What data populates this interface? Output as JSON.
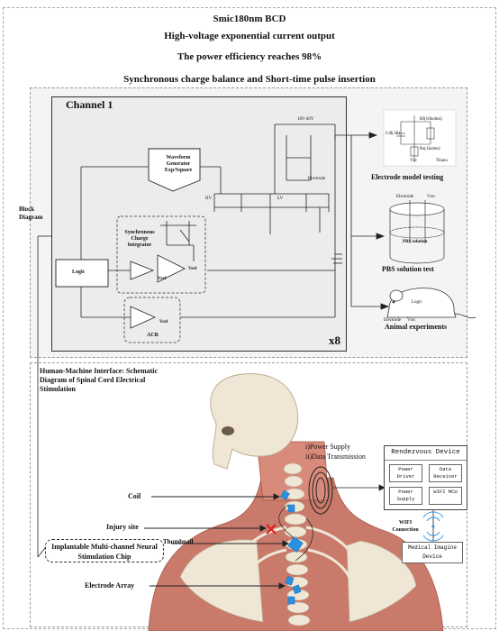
{
  "header": {
    "line1": "Smic180nm BCD",
    "line2": "High-voltage exponential current output",
    "line3": "The power efficiency reaches 98%",
    "line4": "Synchronous charge balance and Short-time pulse insertion"
  },
  "block_diagram": {
    "side_label": "Block Diagram",
    "channel_title": "Channel 1",
    "multiplier": "x8",
    "waveform_generator": "Waveform Generator Exp/Square",
    "sync_integrator": "Synchronous Charge Integrator",
    "logic": "Logic",
    "acb": "ACB",
    "vref": "Vref",
    "supply": "18V-40V",
    "electrode": "Electrode",
    "hv": "HV",
    "lv": "LV"
  },
  "tests": {
    "electrode_model": "Electrode model testing",
    "pbs_test": "PBS solution test",
    "pbs_solution": "PBS solution",
    "animal": "Animal experiments",
    "cdl": "Cdl(1F)",
    "rf": "Rf(10kohm)",
    "rs": "Rs(1kohm)",
    "vcc": "Vcc",
    "titanium": "Titanu",
    "electrode_small": "Electrode",
    "vsrc": "Vsrc",
    "logic_small": "Logic"
  },
  "hmi": {
    "title": "Human-Machine Interface: Schematic Diagram of Spinal Cord Electrical Stimulation",
    "power_supply": "i)Power Supply",
    "data_transmission": "ii)Data Transmission",
    "coil": "Coil",
    "injury_site": "Injury site",
    "thumbnail": "Thumbnail",
    "chip": "Implantable Multi-channel Neural Stimulation Chip",
    "electrode_array": "Electrode Array",
    "wifi_connection": "WIFI Connection"
  },
  "rendezvous": {
    "title": "Rendezvous Device",
    "power_driver": "Power Driver",
    "data_receiver": "Data Receiver",
    "power_supply": "Power Supply",
    "wifi_mcu": "WIFI MCU",
    "medical_device": "Medical Imagine Device"
  },
  "colors": {
    "panel_gray": "#efefef",
    "dash": "#999999",
    "injury_red": "#e02020",
    "array_blue": "#2a8fe0",
    "muscle": "#c97a6a",
    "bone": "#efe6d6"
  }
}
